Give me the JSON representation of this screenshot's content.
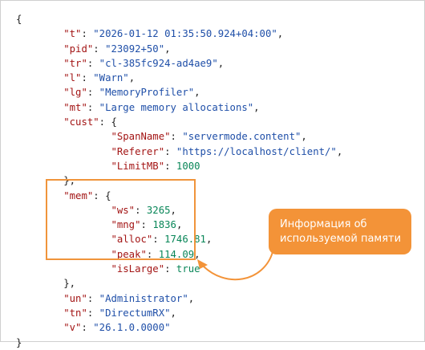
{
  "json_view": {
    "lines": [
      {
        "indent": 0,
        "parts": [
          {
            "t": "punc",
            "v": "{"
          }
        ]
      },
      {
        "indent": 1,
        "parts": [
          {
            "t": "key",
            "v": "\"t\""
          },
          {
            "t": "punc",
            "v": ": "
          },
          {
            "t": "str",
            "v": "\"2026-01-12 01:35:50.924+04:00\""
          },
          {
            "t": "punc",
            "v": ","
          }
        ]
      },
      {
        "indent": 1,
        "parts": [
          {
            "t": "key",
            "v": "\"pid\""
          },
          {
            "t": "punc",
            "v": ": "
          },
          {
            "t": "str",
            "v": "\"23092+50\""
          },
          {
            "t": "punc",
            "v": ","
          }
        ]
      },
      {
        "indent": 1,
        "parts": [
          {
            "t": "key",
            "v": "\"tr\""
          },
          {
            "t": "punc",
            "v": ": "
          },
          {
            "t": "str",
            "v": "\"cl-385fc924-ad4ae9\""
          },
          {
            "t": "punc",
            "v": ","
          }
        ]
      },
      {
        "indent": 1,
        "parts": [
          {
            "t": "key",
            "v": "\"l\""
          },
          {
            "t": "punc",
            "v": ": "
          },
          {
            "t": "str",
            "v": "\"Warn\""
          },
          {
            "t": "punc",
            "v": ","
          }
        ]
      },
      {
        "indent": 1,
        "parts": [
          {
            "t": "key",
            "v": "\"lg\""
          },
          {
            "t": "punc",
            "v": ": "
          },
          {
            "t": "str",
            "v": "\"MemoryProfiler\""
          },
          {
            "t": "punc",
            "v": ","
          }
        ]
      },
      {
        "indent": 1,
        "parts": [
          {
            "t": "key",
            "v": "\"mt\""
          },
          {
            "t": "punc",
            "v": ": "
          },
          {
            "t": "str",
            "v": "\"Large memory allocations\""
          },
          {
            "t": "punc",
            "v": ","
          }
        ]
      },
      {
        "indent": 1,
        "parts": [
          {
            "t": "key",
            "v": "\"cust\""
          },
          {
            "t": "punc",
            "v": ": {"
          }
        ]
      },
      {
        "indent": 2,
        "parts": [
          {
            "t": "key",
            "v": "\"SpanName\""
          },
          {
            "t": "punc",
            "v": ": "
          },
          {
            "t": "str",
            "v": "\"servermode.content\""
          },
          {
            "t": "punc",
            "v": ","
          }
        ]
      },
      {
        "indent": 2,
        "parts": [
          {
            "t": "key",
            "v": "\"Referer\""
          },
          {
            "t": "punc",
            "v": ": "
          },
          {
            "t": "str",
            "v": "\"https://localhost/client/\""
          },
          {
            "t": "punc",
            "v": ","
          }
        ]
      },
      {
        "indent": 2,
        "parts": [
          {
            "t": "key",
            "v": "\"LimitMB\""
          },
          {
            "t": "punc",
            "v": ": "
          },
          {
            "t": "num",
            "v": "1000"
          }
        ]
      },
      {
        "indent": 1,
        "parts": [
          {
            "t": "punc",
            "v": "},"
          }
        ]
      },
      {
        "indent": 1,
        "parts": [
          {
            "t": "key",
            "v": "\"mem\""
          },
          {
            "t": "punc",
            "v": ": {"
          }
        ]
      },
      {
        "indent": 2,
        "parts": [
          {
            "t": "key",
            "v": "\"ws\""
          },
          {
            "t": "punc",
            "v": ": "
          },
          {
            "t": "num",
            "v": "3265"
          },
          {
            "t": "punc",
            "v": ","
          }
        ]
      },
      {
        "indent": 2,
        "parts": [
          {
            "t": "key",
            "v": "\"mng\""
          },
          {
            "t": "punc",
            "v": ": "
          },
          {
            "t": "num",
            "v": "1836"
          },
          {
            "t": "punc",
            "v": ","
          }
        ]
      },
      {
        "indent": 2,
        "parts": [
          {
            "t": "key",
            "v": "\"alloc\""
          },
          {
            "t": "punc",
            "v": ": "
          },
          {
            "t": "num",
            "v": "1746.81"
          },
          {
            "t": "punc",
            "v": ","
          }
        ]
      },
      {
        "indent": 2,
        "parts": [
          {
            "t": "key",
            "v": "\"peak\""
          },
          {
            "t": "punc",
            "v": ": "
          },
          {
            "t": "num",
            "v": "114.09"
          },
          {
            "t": "punc",
            "v": ","
          }
        ]
      },
      {
        "indent": 2,
        "parts": [
          {
            "t": "key",
            "v": "\"isLarge\""
          },
          {
            "t": "punc",
            "v": ": "
          },
          {
            "t": "bool",
            "v": "true"
          }
        ]
      },
      {
        "indent": 1,
        "parts": [
          {
            "t": "punc",
            "v": "},"
          }
        ]
      },
      {
        "indent": 1,
        "parts": [
          {
            "t": "key",
            "v": "\"un\""
          },
          {
            "t": "punc",
            "v": ": "
          },
          {
            "t": "str",
            "v": "\"Administrator\""
          },
          {
            "t": "punc",
            "v": ","
          }
        ]
      },
      {
        "indent": 1,
        "parts": [
          {
            "t": "key",
            "v": "\"tn\""
          },
          {
            "t": "punc",
            "v": ": "
          },
          {
            "t": "str",
            "v": "\"DirectumRX\""
          },
          {
            "t": "punc",
            "v": ","
          }
        ]
      },
      {
        "indent": 1,
        "parts": [
          {
            "t": "key",
            "v": "\"v\""
          },
          {
            "t": "punc",
            "v": ": "
          },
          {
            "t": "str",
            "v": "\"26.1.0.0000\""
          }
        ]
      },
      {
        "indent": 0,
        "parts": [
          {
            "t": "punc",
            "v": "}"
          }
        ]
      }
    ]
  },
  "callout": {
    "line1": "Информация об",
    "line2": "используемой памяти"
  },
  "colors": {
    "accent": "#f39338",
    "key": "#a31515",
    "string": "#1f4fa8",
    "number": "#098658"
  }
}
